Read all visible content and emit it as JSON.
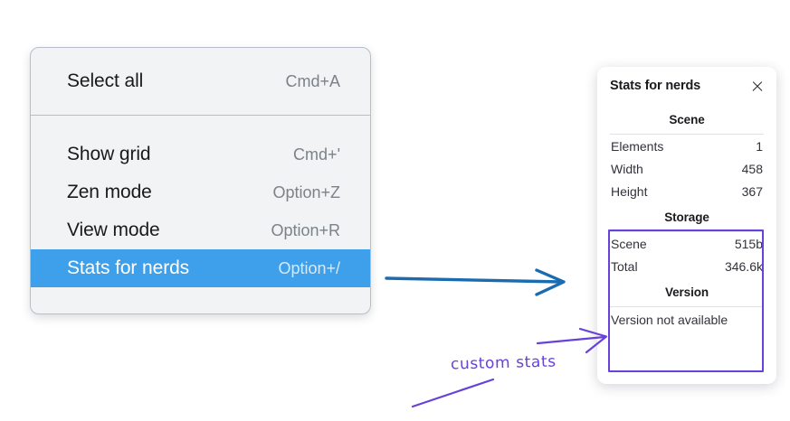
{
  "context_menu": {
    "groups": [
      {
        "items": [
          {
            "label": "Select all",
            "shortcut": "Cmd+A",
            "selected": false
          }
        ]
      },
      {
        "items": [
          {
            "label": "Show grid",
            "shortcut": "Cmd+'",
            "selected": false
          },
          {
            "label": "Zen mode",
            "shortcut": "Option+Z",
            "selected": false
          },
          {
            "label": "View mode",
            "shortcut": "Option+R",
            "selected": false
          },
          {
            "label": "Stats for nerds",
            "shortcut": "Option+/",
            "selected": true
          }
        ]
      }
    ],
    "highlight_color": "#3ea0ea",
    "background_color": "#f1f3f5"
  },
  "stats_panel": {
    "title": "Stats for nerds",
    "close_icon": "close-icon",
    "sections": [
      {
        "heading": "Scene",
        "rows": [
          {
            "key": "Elements",
            "value": "1"
          },
          {
            "key": "Width",
            "value": "458"
          },
          {
            "key": "Height",
            "value": "367"
          }
        ]
      },
      {
        "heading": "Storage",
        "rows": [
          {
            "key": "Scene",
            "value": "515b"
          },
          {
            "key": "Total",
            "value": "346.6k"
          }
        ]
      },
      {
        "heading": "Version",
        "single_value": "Version not available"
      }
    ]
  },
  "annotations": {
    "handwritten_label": "custom stats",
    "pen_color": "#6741d9",
    "arrow_color": "#1b6bb0"
  }
}
